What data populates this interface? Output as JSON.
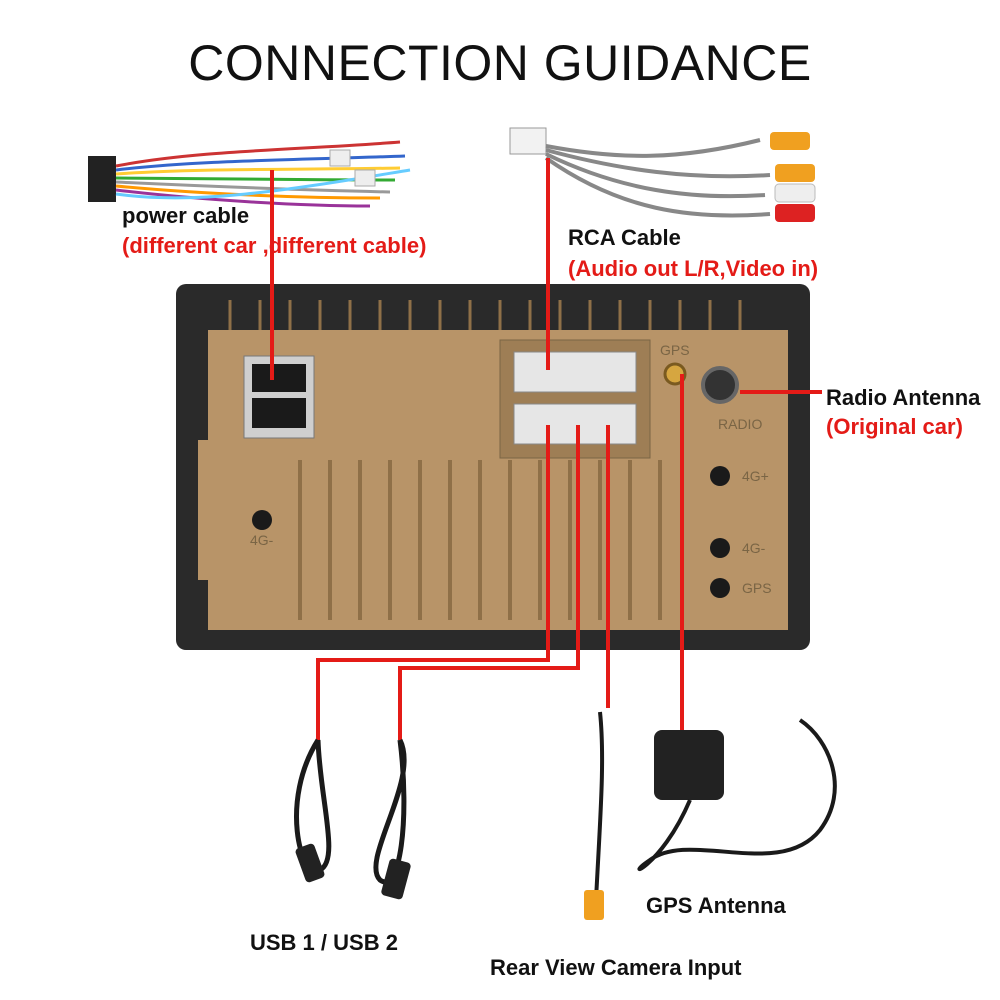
{
  "title": "CONNECTION GUIDANCE",
  "labels": {
    "power_cable": "power cable",
    "power_cable_note": "(different car ,different cable)",
    "rca_cable": "RCA Cable",
    "rca_cable_note": "(Audio out L/R,Video in)",
    "radio_antenna": "Radio Antenna",
    "radio_antenna_note": "(Original car)",
    "usb": "USB 1 / USB 2",
    "gps_antenna": "GPS Antenna",
    "rear_camera": "Rear View Camera Input"
  },
  "ports": {
    "gps": "GPS",
    "radio": "RADIO",
    "fourg_plus": "4G+",
    "fourg_minus": "4G-",
    "gps_bottom": "GPS",
    "fourg_left": "4G-"
  },
  "colors": {
    "pointer": "#e41b17",
    "casing": "#2a2a2a",
    "panel": "#b89468",
    "panel_dark": "#8f7048",
    "cable": "#1a1a1a"
  }
}
